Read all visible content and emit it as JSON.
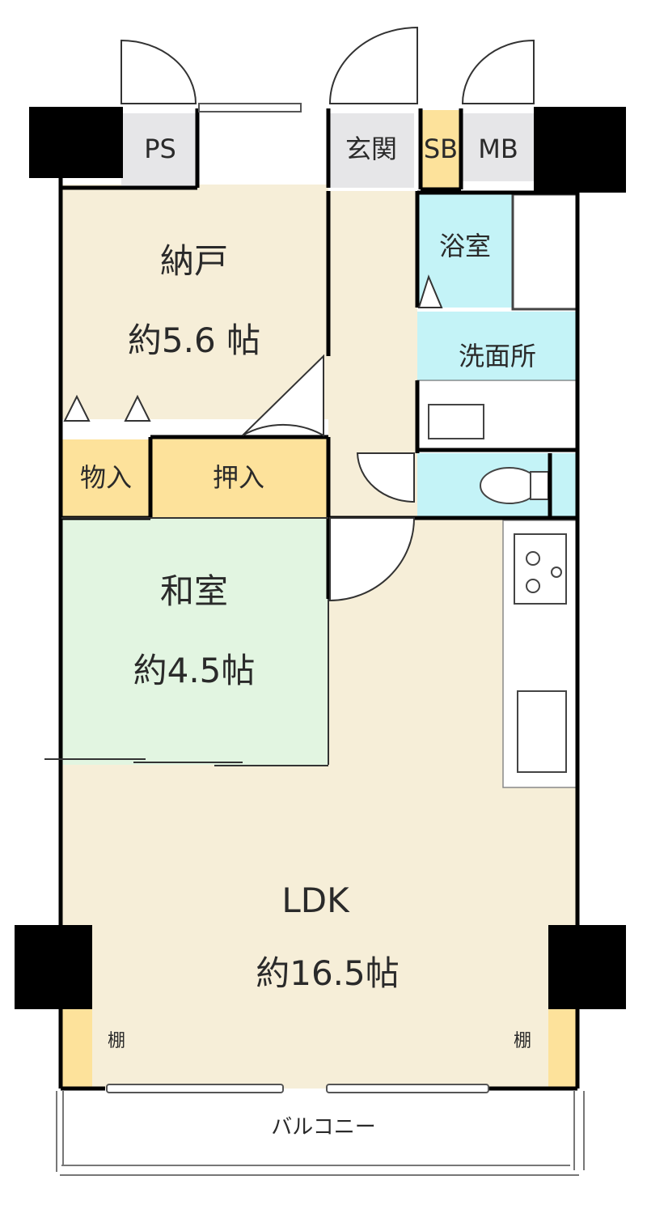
{
  "floor_plan": {
    "colors": {
      "ldk_floor": "#f6eed8",
      "washitsu_floor": "#e2f5e1",
      "storage": "#fde29b",
      "wet_area": "#c4f3f7",
      "service_space": "#e6e6e8",
      "pillar": "#000000",
      "wall": "#000000"
    },
    "rooms": {
      "nando": {
        "name": "納戸",
        "area": "約5.6 帖"
      },
      "washitsu": {
        "name": "和室",
        "area": "約4.5帖"
      },
      "ldk": {
        "name": "LDK",
        "area": "約16.5帖"
      },
      "bathroom": {
        "name": "浴室"
      },
      "washroom": {
        "name": "洗面所"
      },
      "entrance": {
        "name": "玄関"
      },
      "monoire": {
        "name": "物入"
      },
      "oshiire": {
        "name": "押入"
      },
      "ps": {
        "name": "PS"
      },
      "sb": {
        "name": "SB"
      },
      "mb": {
        "name": "MB"
      },
      "shelf_left": {
        "name": "棚"
      },
      "shelf_right": {
        "name": "棚"
      },
      "balcony": {
        "name": "バルコニー"
      }
    }
  }
}
